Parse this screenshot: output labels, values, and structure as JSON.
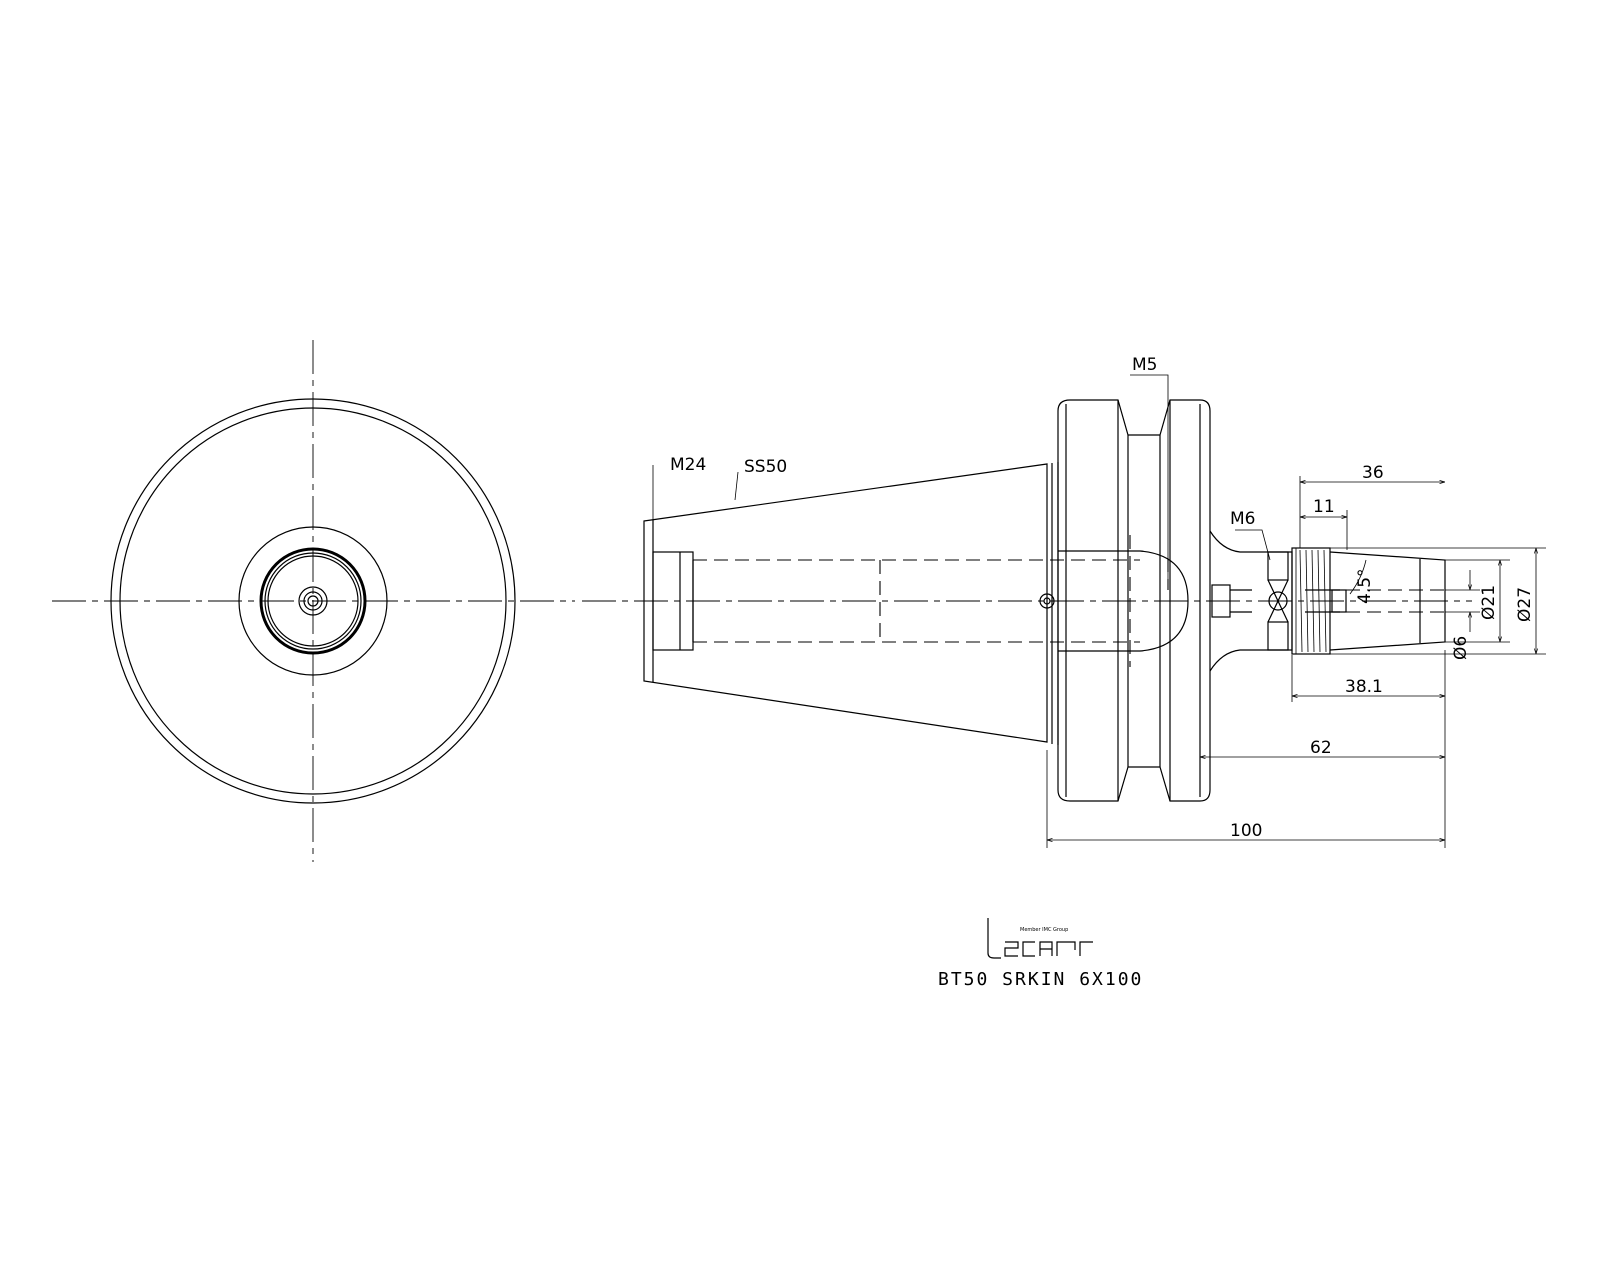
{
  "title": "BT50 SRKIN 6X100",
  "logo": {
    "tagline": "Member IMC Group",
    "brand": "iscar"
  },
  "labels": {
    "m24": "M24",
    "ss50": "SS50",
    "m5": "M5",
    "m6": "M6"
  },
  "dimensions": {
    "d36": "36",
    "d11": "11",
    "d4_5": "4.5°",
    "d21": "Ø21",
    "d27": "Ø27",
    "d6": "Ø6",
    "d38_1": "38.1",
    "d62": "62",
    "d100": "100"
  }
}
